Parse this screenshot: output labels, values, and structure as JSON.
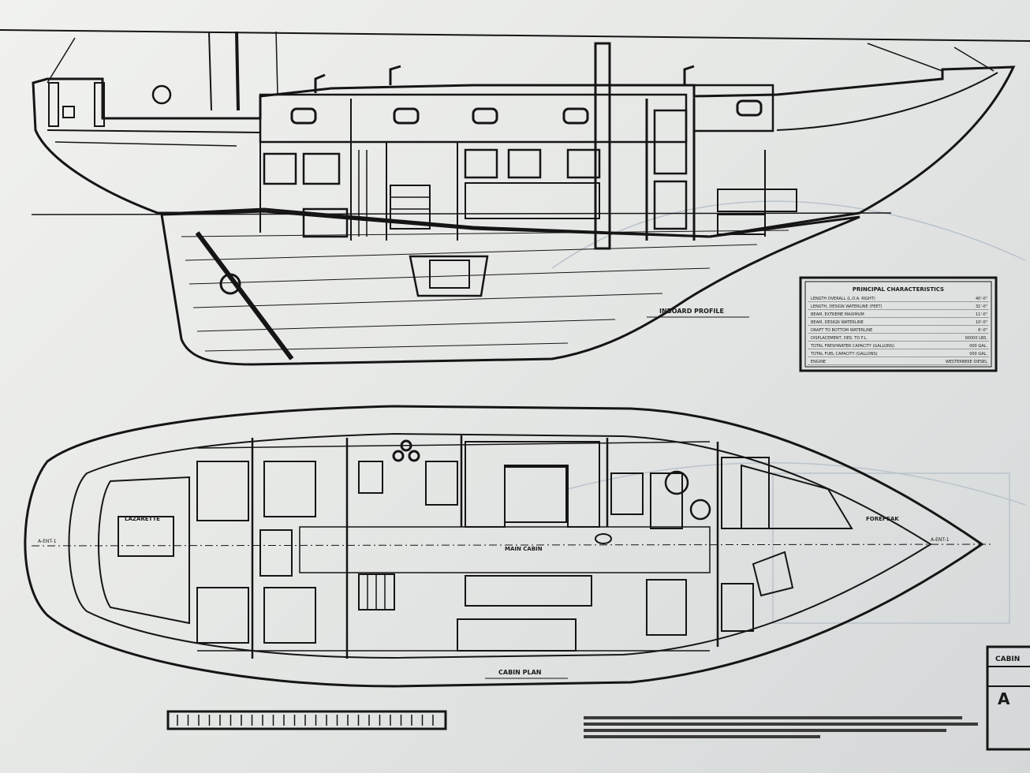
{
  "drawing": {
    "profile_label": "INBOARD PROFILE",
    "plan_label": "CABIN PLAN",
    "table_title": "PRINCIPAL CHARACTERISTICS",
    "characteristics": [
      {
        "label": "LENGTH OVERALL (L.O.A. RIGHT)",
        "value": "40'-0\""
      },
      {
        "label": "LENGTH, DESIGN WATERLINE (FEET)",
        "value": "31'-0\""
      },
      {
        "label": "BEAM, EXTREME MAXIMUM",
        "value": "11'-0\""
      },
      {
        "label": "BEAM, DESIGN WATERLINE",
        "value": "10'-0\""
      },
      {
        "label": "DRAFT TO BOTTOM WATERLINE",
        "value": "6'-0\""
      },
      {
        "label": "DISPLACEMENT, DES. TO F.L.",
        "value": "00000 LBS."
      },
      {
        "label": "TOTAL FRESHWATER CAPACITY (GALLONS)",
        "value": "000 GAL."
      },
      {
        "label": "TOTAL FUEL CAPACITY (GALLONS)",
        "value": "000 GAL."
      },
      {
        "label": "ENGINE",
        "value": "WESTERBEKE DIESEL"
      }
    ],
    "plan_labels": {
      "lazarette": "LAZARETTE",
      "main_cabin": "MAIN CABIN",
      "fore_peak": "FOREPEAK",
      "aft_line": "A-ENT-1",
      "fwd_line": "A-ENT-1"
    },
    "title_block": {
      "header": "CABIN",
      "name": "A"
    }
  }
}
